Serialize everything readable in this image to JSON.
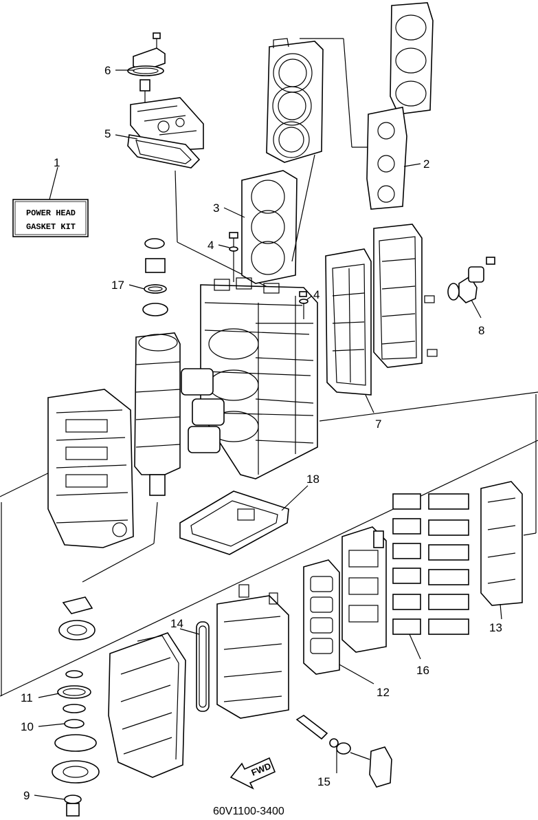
{
  "diagram": {
    "part_code": "60V1100-3400",
    "kit_box": {
      "line1": "POWER HEAD",
      "line2": "GASKET KIT"
    },
    "fwd_label": "FWD",
    "callouts": {
      "c1": "1",
      "c2": "2",
      "c3": "3",
      "c4a": "4",
      "c4b": "4",
      "c5": "5",
      "c6": "6",
      "c7": "7",
      "c8": "8",
      "c9": "9",
      "c10": "10",
      "c11": "11",
      "c12": "12",
      "c13": "13",
      "c14": "14",
      "c15": "15",
      "c16": "16",
      "c17": "17",
      "c18": "18"
    }
  }
}
